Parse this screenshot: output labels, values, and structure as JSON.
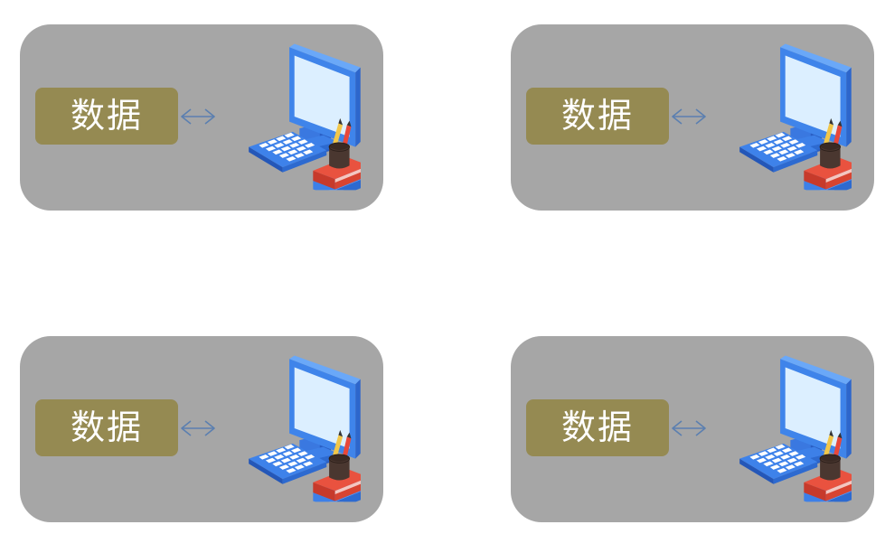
{
  "colors": {
    "panel_bg": "#a6a6a6",
    "label_bg": "#958a52",
    "label_text": "#ffffff",
    "arrow": "#5b7fb0"
  },
  "panels": [
    {
      "label": "数据",
      "icon": "computer-desk-icon"
    },
    {
      "label": "数据",
      "icon": "computer-desk-icon"
    },
    {
      "label": "数据",
      "icon": "computer-desk-icon"
    },
    {
      "label": "数据",
      "icon": "computer-desk-icon"
    }
  ]
}
